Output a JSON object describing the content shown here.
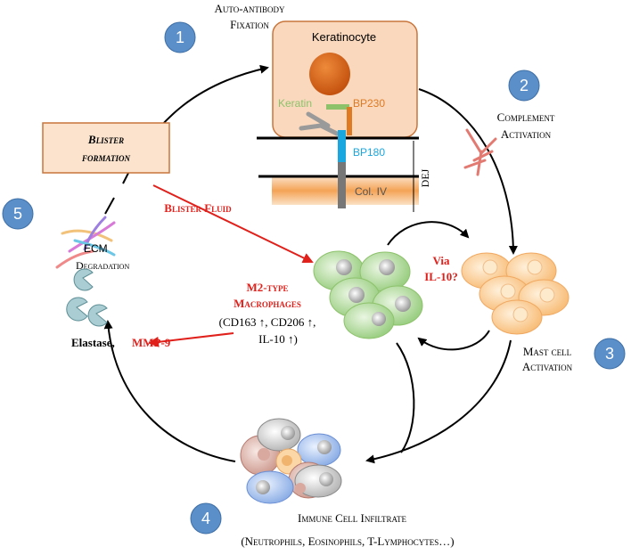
{
  "steps": [
    {
      "number": "1",
      "title": "Auto-antibody",
      "subtitle": "Fixation"
    },
    {
      "number": "2",
      "title": "Complement",
      "subtitle": "Activation"
    },
    {
      "number": "3",
      "title": "Mast cell",
      "subtitle": "Activation"
    },
    {
      "number": "4",
      "title": "Immune Cell Infiltrate",
      "subtitle": "(Neutrophils, Eosinophils, T-Lymphocytes…)"
    },
    {
      "number": "5",
      "title": "ECM",
      "subtitle": "Degradation"
    }
  ],
  "keratinocyte": {
    "label": "Keratinocyte",
    "keratin": "Keratin",
    "bp230": "BP230",
    "bp180": "BP180",
    "col4": "Col. IV",
    "dej": "DEJ"
  },
  "blister_formation": {
    "line1": "Blister",
    "line2": "formation"
  },
  "blister_fluid": "Blister Fluid",
  "via_il10": {
    "line1": "Via",
    "line2": "IL-10?"
  },
  "macrophages": {
    "line1": "M2-type",
    "line2": "Macrophages",
    "line3": "(CD163 ↑, CD206 ↑,",
    "line4": "IL-10 ↑)"
  },
  "elastase": "Elastase,",
  "mmp9": "MMP-9",
  "colors": {
    "circle_blue": "#5b8fc9",
    "red": "#e0201b",
    "keratinocyte_fill": "#f9d8bd",
    "keratinocyte_stroke": "#c8753b",
    "nucleus": "#d9651b",
    "keratin_green": "#8dc26b",
    "bp230_orange": "#e07a22",
    "bp180_blue": "#1aa7e0",
    "col4_gray": "#777777",
    "macrophage_green": "#a8d690",
    "mast_orange": "#fbc98a",
    "ecm_teal": "#9cc2c8"
  }
}
